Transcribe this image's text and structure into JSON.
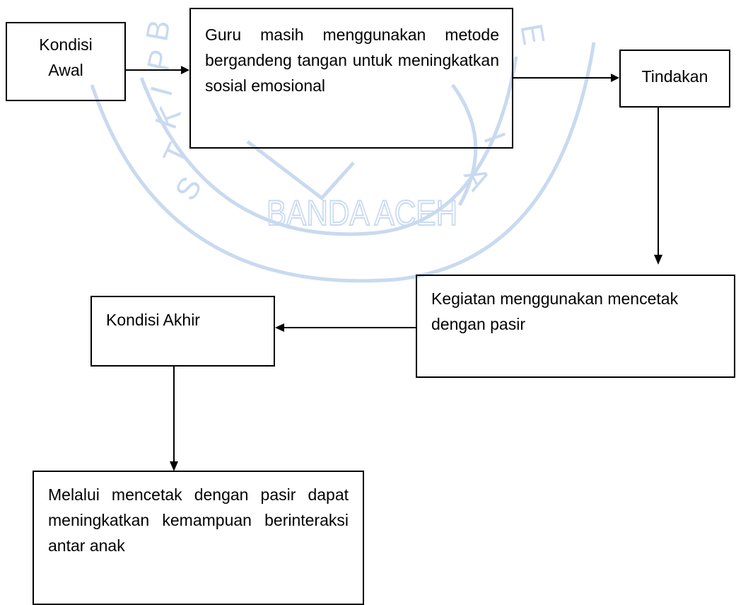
{
  "watermark": {
    "text": "BANDA ACEH",
    "letters_left": [
      "S",
      "T",
      "K",
      "I",
      "P",
      "B",
      "I"
    ],
    "letters_right": [
      "E",
      "I",
      "A"
    ],
    "color": "#c9daf0"
  },
  "nodes": {
    "kondisi_awal": [
      "Kondisi",
      "Awal"
    ],
    "guru": "Guru masih menggunakan metode bergandeng tangan untuk meningkatkan sosial emosional",
    "tindakan": "Tindakan",
    "kegiatan": "Kegiatan menggunakan mencetak dengan pasir",
    "kondisi_akhir": "Kondisi Akhir",
    "melalui": "Melalui mencetak dengan pasir dapat meningkatkan kemampuan berinteraksi antar anak"
  },
  "edges": [
    {
      "from": "kondisi_awal",
      "to": "guru"
    },
    {
      "from": "guru",
      "to": "tindakan"
    },
    {
      "from": "tindakan",
      "to": "kegiatan"
    },
    {
      "from": "kegiatan",
      "to": "kondisi_akhir"
    },
    {
      "from": "kondisi_akhir",
      "to": "melalui"
    }
  ]
}
